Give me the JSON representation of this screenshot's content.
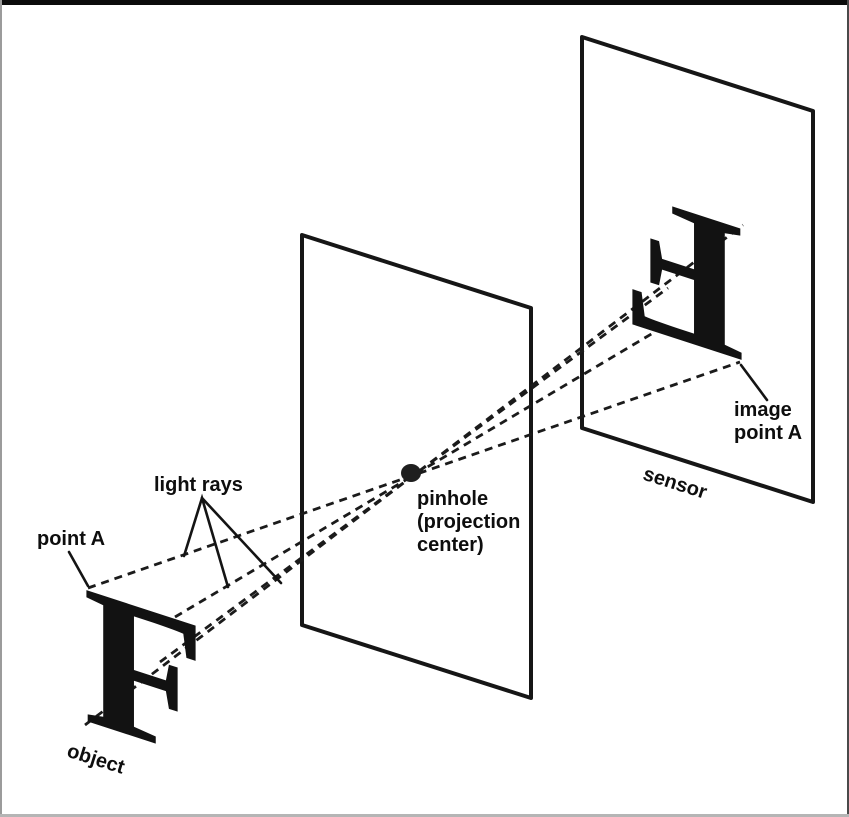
{
  "figure": {
    "title_semantic": "pinhole camera projection diagram",
    "background_color": "#ffffff",
    "ink_color": "#161616",
    "labels": {
      "point_a": "point A",
      "light_rays": "light rays",
      "pinhole": "pinhole\n(projection\ncenter)",
      "object": "object",
      "sensor": "sensor",
      "image_point_a": "image\npoint A"
    },
    "glyphs": {
      "object_letter": "F",
      "image_letter": "F"
    }
  }
}
